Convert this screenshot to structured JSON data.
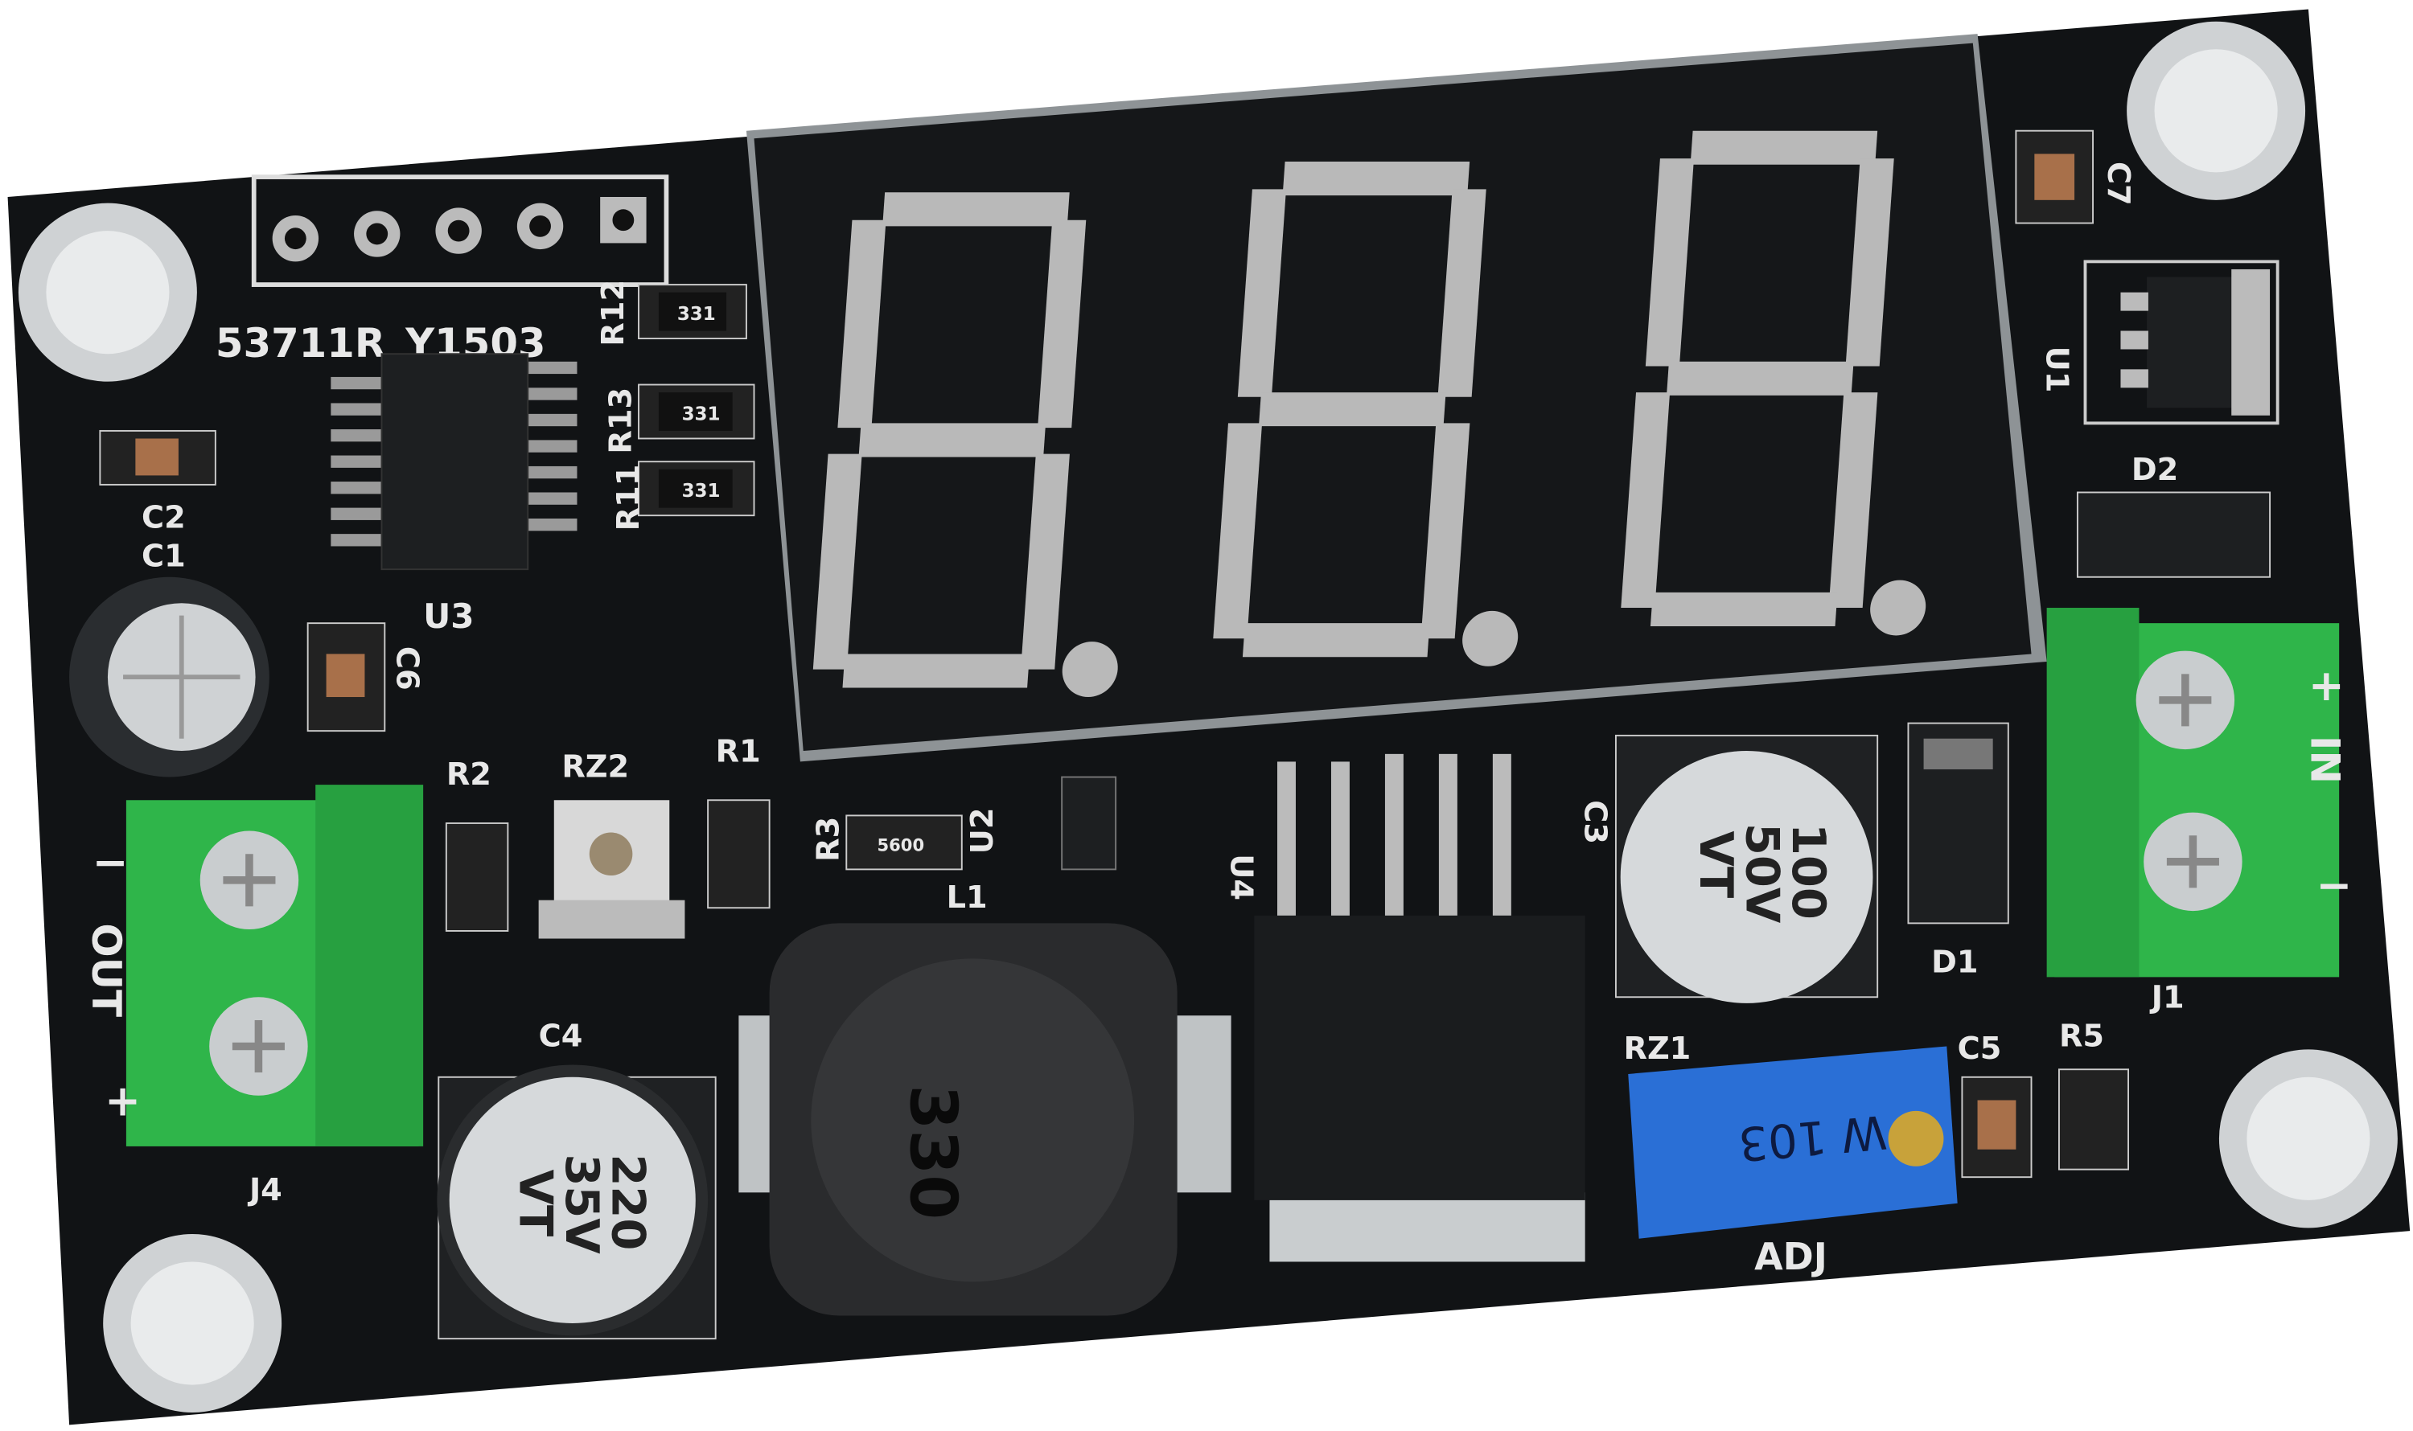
{
  "board": {
    "colors": {
      "pcb": "#111315",
      "terminal": "#2fb54a",
      "pot": "#2a6fd6",
      "silk": "#e8e8e8",
      "segment": "#b9b9b9"
    },
    "part_number": "53711R_Y1503",
    "display": {
      "digits": [
        "8.",
        "8.",
        "8."
      ]
    },
    "labels": {
      "r12": "R12",
      "r13": "R13",
      "r11": "R11",
      "res_code": "331",
      "c2": "C2",
      "c1": "C1",
      "u3": "U3",
      "c6": "C6",
      "r2": "R2",
      "rz2": "RZ2",
      "r1": "R1",
      "r3": "R3",
      "r3_code": "5600",
      "u2": "U2",
      "l1": "L1",
      "u4": "U4",
      "c3": "C3",
      "d1": "D1",
      "d2": "D2",
      "u1": "U1",
      "c7": "C7",
      "j1": "J1",
      "j4": "J4",
      "c4": "C4",
      "rz1": "RZ1",
      "c5": "C5",
      "r5": "R5",
      "adj": "ADJ",
      "in_label": "IN",
      "in_plus": "+",
      "in_minus": "−",
      "out_label": "OUT",
      "out_plus": "+",
      "out_minus": "−"
    },
    "c4_marking": [
      "220",
      "35V",
      "VT"
    ],
    "c3_marking": [
      "100",
      "50V",
      "VT"
    ],
    "inductor_marking": "330",
    "pot_marking": "W 103"
  }
}
